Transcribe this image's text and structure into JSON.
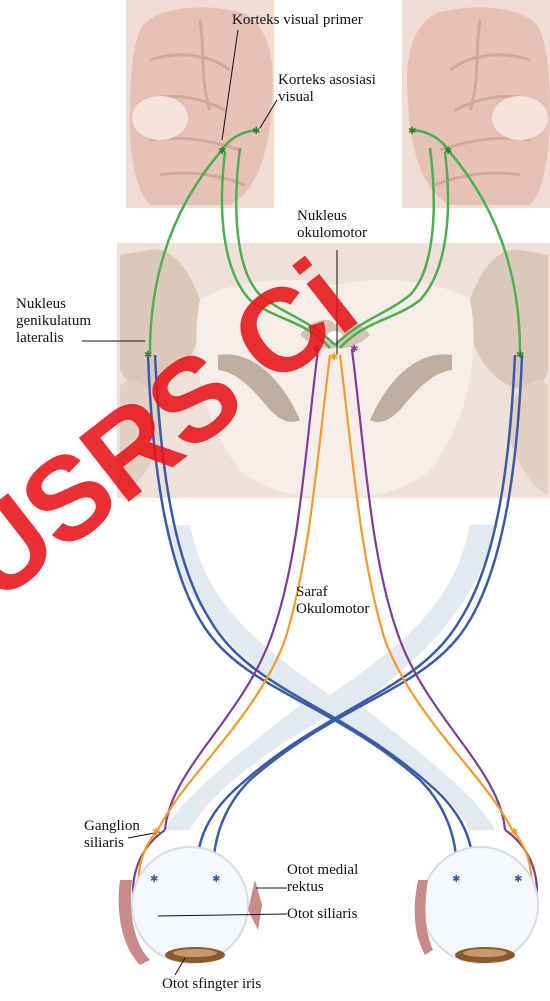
{
  "labels": {
    "korteks_visual_primer": "Korteks visual primer",
    "korteks_asosiasi": [
      "Korteks asosiasi",
      "visual"
    ],
    "nukleus_okulomotor": [
      "Nukleus",
      "okulomotor"
    ],
    "nukleus_genikulatum": [
      "Nukleus",
      "genikulatum",
      "lateralis"
    ],
    "saraf_okulomotor": [
      "Saraf",
      "Okulomotor"
    ],
    "ganglion_siliaris": [
      "Ganglion",
      "siliaris"
    ],
    "otot_medial_rektus": [
      "Otot medial",
      "rektus"
    ],
    "otot_siliaris": "Otot siliaris",
    "otot_sfingter_iris": "Otot sfingter iris"
  },
  "watermark": "USRS Ci",
  "colors": {
    "brain": "#ecd2c8",
    "brain_fold": "#d8b3a6",
    "brainstem": "#efe0d8",
    "gray_matter": "#c7b8aa",
    "visual_pathway": "#4caf50",
    "optic_nerve": "#3b5aa8",
    "parasympathetic": "#f39a2c",
    "oculomotor_nerve": "#7b3f98",
    "optic_sheath": "#dfe6ef",
    "muscle": "#c98a8a",
    "lens": "#8a5a2c",
    "watermark": "#e8141a"
  }
}
